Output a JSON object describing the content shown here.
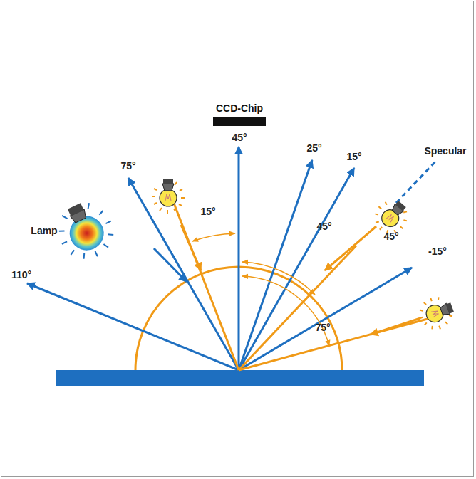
{
  "diagram": {
    "labels": [
      "CCD-Chip",
      "45°",
      "75°",
      "25°",
      "15°",
      "Specular",
      "15°",
      "Lamp",
      "45°",
      "45°",
      "-15°",
      "110°",
      "75°"
    ]
  }
}
